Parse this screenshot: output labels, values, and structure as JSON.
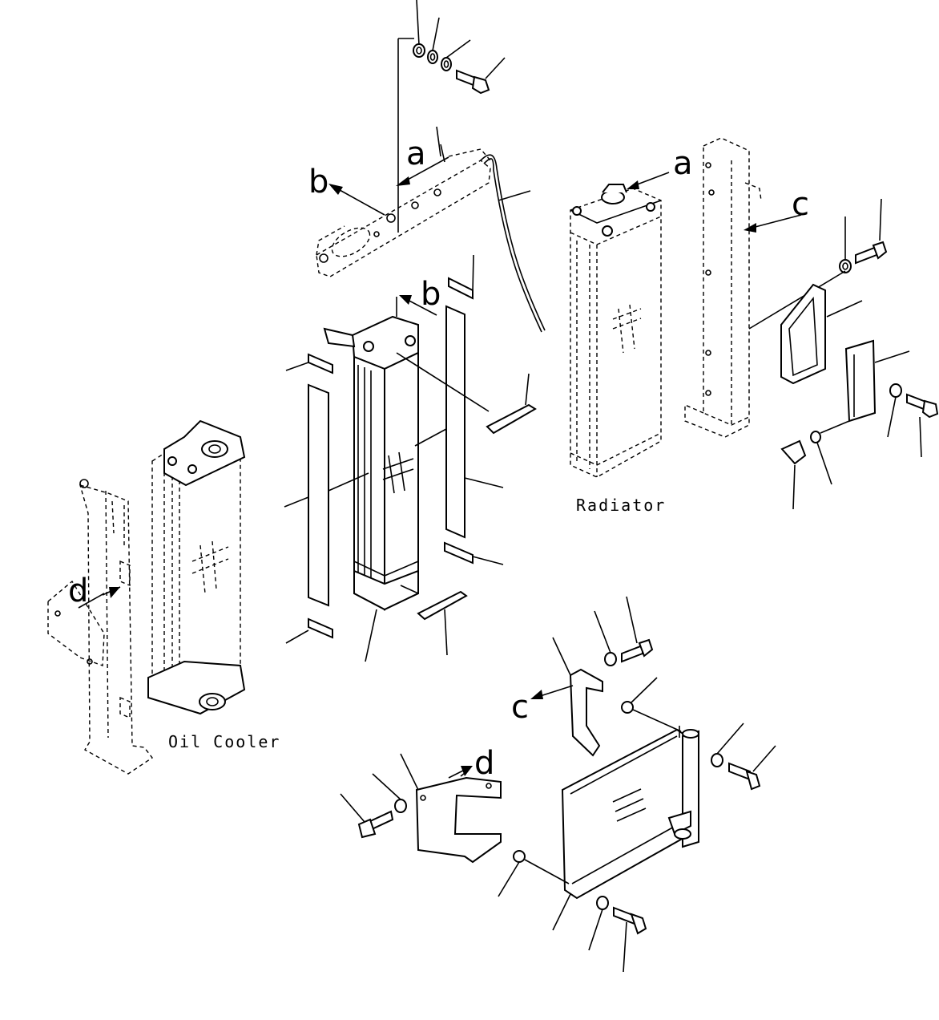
{
  "diagram": {
    "captions": {
      "radiator": "Radiator",
      "oil_cooler": "Oil Cooler"
    },
    "reference_labels": {
      "a": "a",
      "b": "b",
      "c": "c",
      "d": "d"
    }
  }
}
